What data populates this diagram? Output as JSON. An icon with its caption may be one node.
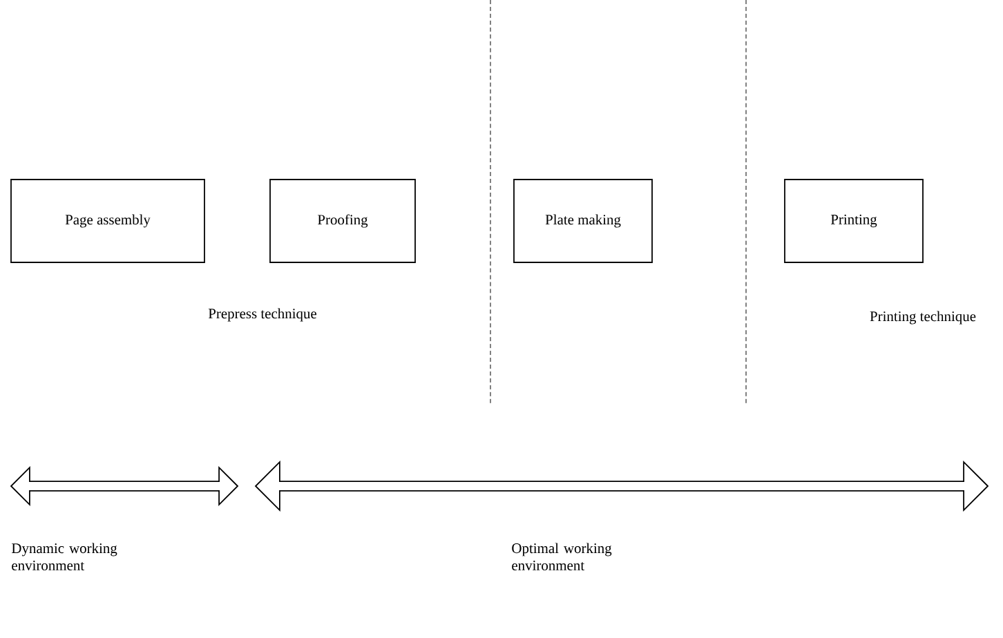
{
  "diagram": {
    "nodes": [
      {
        "text": [
          "Page assembly"
        ]
      },
      {
        "text": [
          "Proofing"
        ]
      },
      {
        "text": [
          "Plate making"
        ]
      },
      {
        "text": [
          "Printing"
        ]
      },
      {
        "text": [],
        "shape": "arrow",
        "beside": [
          "Dynamic working environment"
        ]
      },
      {
        "text": [],
        "shape": "arrow",
        "beside": [
          "Optimal working environment"
        ]
      }
    ],
    "edges": [],
    "labels": [
      "Prepress technique",
      "Printing technique"
    ]
  }
}
